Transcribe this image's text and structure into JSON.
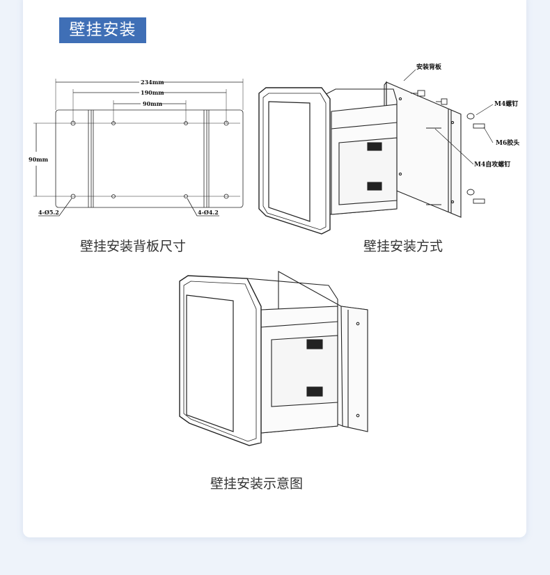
{
  "header": {
    "title": "壁挂安装"
  },
  "figures": {
    "panel_dimensions": {
      "caption": "壁挂安装背板尺寸",
      "dim_234": "234mm",
      "dim_190": "190mm",
      "dim_90_top": "90mm",
      "dim_90_side": "90mm",
      "hole_left": "4-Ø5.2",
      "hole_right": "4-Ø4.2"
    },
    "mounting_method": {
      "caption": "壁挂安装方式",
      "label_backplate": "安装背板",
      "label_m4_screw": "M4螺钉",
      "label_m6_plug": "M6胶头",
      "label_m4_self_tapping": "M4自攻螺钉"
    },
    "mounting_illustration": {
      "caption": "壁挂安装示意图"
    }
  },
  "colors": {
    "accent": "#3f6fb6",
    "background": "#eef3fa",
    "card": "#ffffff"
  }
}
